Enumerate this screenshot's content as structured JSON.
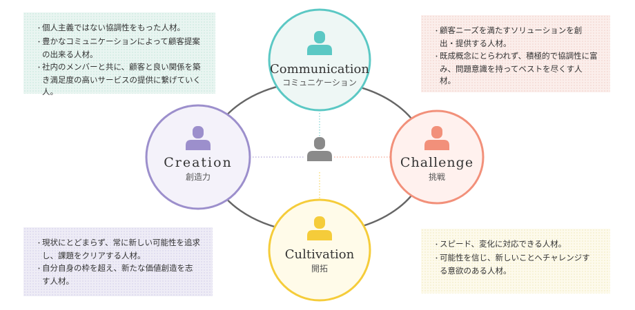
{
  "nodes": {
    "communication": {
      "title": "Communication",
      "subtitle": "コミュニケーション",
      "color": "#5bc8c4"
    },
    "challenge": {
      "title": "Challenge",
      "subtitle": "挑戦",
      "color": "#f2907a"
    },
    "creation": {
      "title": "Creation",
      "subtitle": "創造力",
      "color": "#9c8fcc"
    },
    "cultivation": {
      "title": "Cultivation",
      "subtitle": "開拓",
      "color": "#f5cc3a"
    }
  },
  "center_icon_color": "#8a8a8a",
  "boxes": {
    "communication": [
      "個人主義ではない協調性をもった人材。",
      "豊かなコミュニケーションによって顧客提案の出来る人材。",
      "社内のメンバーと共に、顧客と良い関係を築き満足度の高いサービスの提供に繋げていく人。"
    ],
    "challenge": [
      "顧客ニーズを満たすソリューションを創出・提供する人材。",
      "既成概念にとらわれず、積極的で協調性に富み、問題意識を持ってベストを尽くす人材。"
    ],
    "creation": [
      "現状にとどまらず、常に新しい可能性を追求し、課題をクリアする人材。",
      "自分自身の枠を超え、新たな価値創造を志す人材。"
    ],
    "cultivation": [
      "スピード、変化に対応できる人材。",
      "可能性を信じ、新しいことへチャレンジする意欲のある人材。"
    ]
  }
}
